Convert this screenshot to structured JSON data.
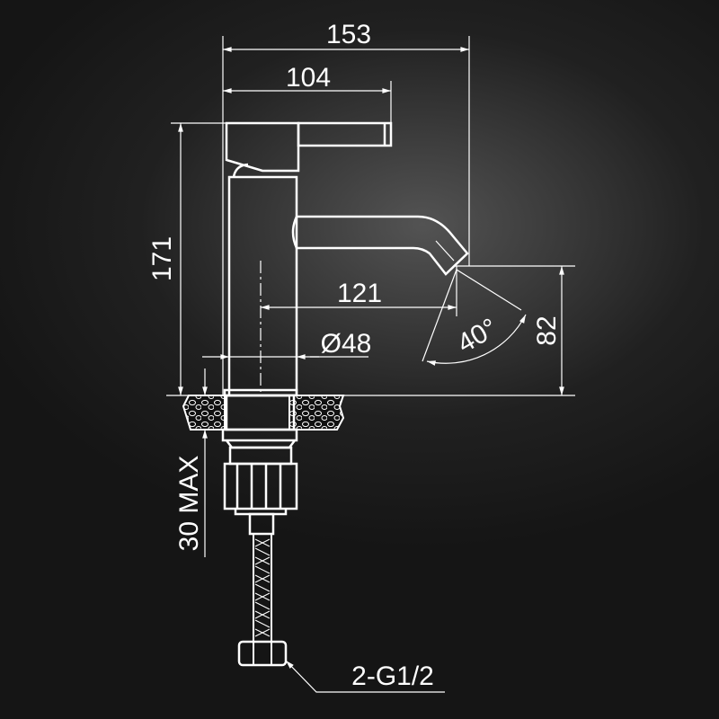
{
  "title": "Faucet dimension drawing",
  "dimensions": {
    "overall_width": "153",
    "handle_reach": "104",
    "height": "171",
    "spout_reach": "121",
    "diameter": "Ø48",
    "spout_angle": "40°",
    "spout_height": "82",
    "max_counter_thickness": "30 MAX",
    "connection": "2-G1/2"
  },
  "colors": {
    "line": "#ffffff",
    "background": "#151515"
  }
}
